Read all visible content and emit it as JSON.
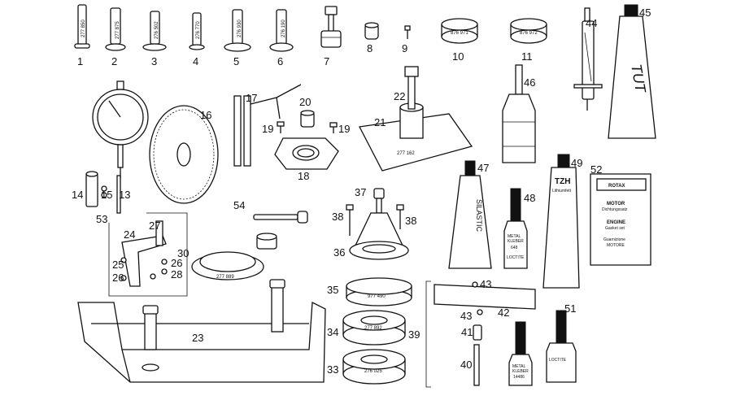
{
  "item_numbers": [
    "1",
    "2",
    "3",
    "4",
    "5",
    "6",
    "7",
    "8",
    "9",
    "10",
    "11",
    "13",
    "14",
    "15",
    "16",
    "17",
    "18",
    "19",
    "19",
    "20",
    "21",
    "22",
    "23",
    "24",
    "25",
    "26",
    "26",
    "27",
    "28",
    "30",
    "33",
    "34",
    "35",
    "36",
    "37",
    "38",
    "38",
    "39",
    "40",
    "41",
    "42",
    "43",
    "43",
    "44",
    "45",
    "46",
    "47",
    "48",
    "49",
    "51",
    "52",
    "53",
    "54"
  ],
  "part_numbers": {
    "p1": "277 850",
    "p2": "277 875",
    "p3": "276 502",
    "p4": "276 770",
    "p5": "276 930",
    "p6": "276 190",
    "p10": "876 971",
    "p11": "876 972",
    "p21": "277 162",
    "p30": "277 889",
    "p33": "276 025",
    "p34": "277 892",
    "p35": "977 490"
  },
  "product_labels": {
    "silastic": "SILASTIC",
    "lithium_brand": "TZH",
    "lithium": "Lithiumfett",
    "loctite_648_a": "METAL",
    "loctite_648_b": "KLEBER",
    "loctite_648_num": "648",
    "loctite_brand": "LOCTITE",
    "loctite_14486_a": "METAL",
    "loctite_14486_b": "KLEBER",
    "loctite_14486_num": "14486",
    "loctite_small": "LOCTITE",
    "tube45": "TUT"
  },
  "gasket_box": {
    "brand": "ROTAX",
    "lines": [
      "MOTOR",
      "Dichtungssatz",
      "ENGINE",
      "Gasket set",
      "Guarnizione",
      "MOTORE"
    ]
  }
}
